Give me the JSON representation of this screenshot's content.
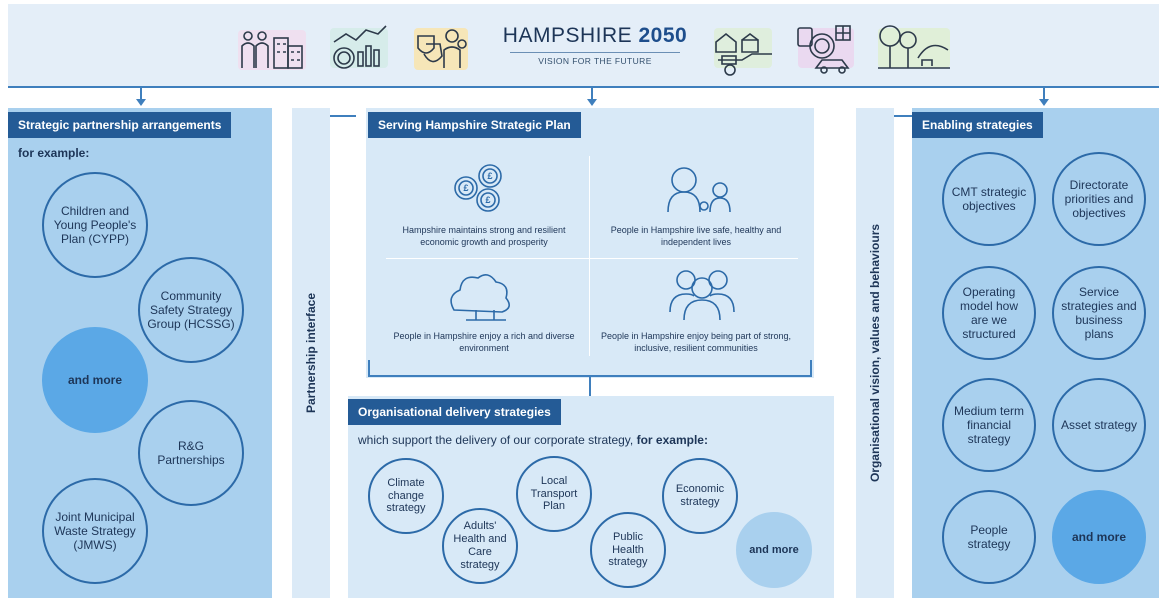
{
  "logo": {
    "title_a": "HAMPSHIRE ",
    "title_b": "2050",
    "subtitle": "VISION FOR THE FUTURE"
  },
  "icons": [
    "people-buildings-icon",
    "coins-growth-chart-icon",
    "masks-family-icon",
    "farm-tractor-icon",
    "gauge-car-icon",
    "countryside-trees-icon"
  ],
  "strategic": {
    "heading": "Strategic partnership arrangements",
    "intro": "for example:",
    "items": [
      "Children and Young People's Plan (CYPP)",
      "Community Safety Strategy Group (HCSSG)",
      "and more",
      "R&G Partnerships",
      "Joint Municipal Waste Strategy (JMWS)"
    ]
  },
  "partnership_interface": "Partnership interface",
  "serving": {
    "heading": "Serving Hampshire Strategic Plan",
    "outcomes": [
      "Hampshire maintains strong and resilient economic growth and prosperity",
      "People in Hampshire live safe, healthy and independent lives",
      "People in Hampshire enjoy a rich and diverse environment",
      "People in Hampshire enjoy being part of strong, inclusive, resilient communities"
    ]
  },
  "org_delivery": {
    "heading": "Organisational delivery strategies",
    "intro_plain": "which support the delivery of our corporate strategy, ",
    "intro_bold": "for example:",
    "items": [
      "Climate change strategy",
      "Adults' Health and Care strategy",
      "Local Transport Plan",
      "Public Health strategy",
      "Economic strategy",
      "and more"
    ]
  },
  "org_vision": "Organisational vision, values and behaviours",
  "enabling": {
    "heading": "Enabling strategies",
    "items": [
      "CMT strategic objectives",
      "Directorate priorities and objectives",
      "Operating model how are we structured",
      "Service strategies and business plans",
      "Medium term financial strategy",
      "Asset strategy",
      "People strategy",
      "and more"
    ]
  }
}
